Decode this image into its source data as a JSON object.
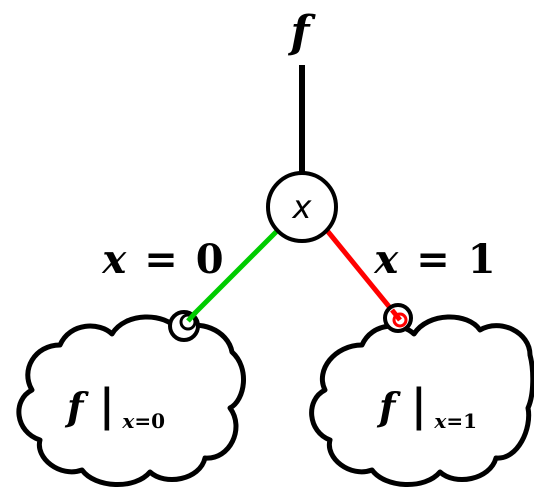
{
  "root": {
    "label": "f"
  },
  "decision_node": {
    "label": "x"
  },
  "branches": {
    "low": {
      "label_var": "x",
      "label_op": "=",
      "label_value": "0",
      "color": "#00cc00"
    },
    "high": {
      "label_var": "x",
      "label_op": "=",
      "label_value": "1",
      "color": "#ff0000"
    }
  },
  "subfunctions": {
    "low": {
      "func": "f",
      "sub_var": "x",
      "sub_op": "=",
      "sub_value": "0"
    },
    "high": {
      "func": "f",
      "sub_var": "x",
      "sub_op": "=",
      "sub_value": "1"
    }
  },
  "colors": {
    "stroke": "#000000",
    "background": "#ffffff"
  }
}
